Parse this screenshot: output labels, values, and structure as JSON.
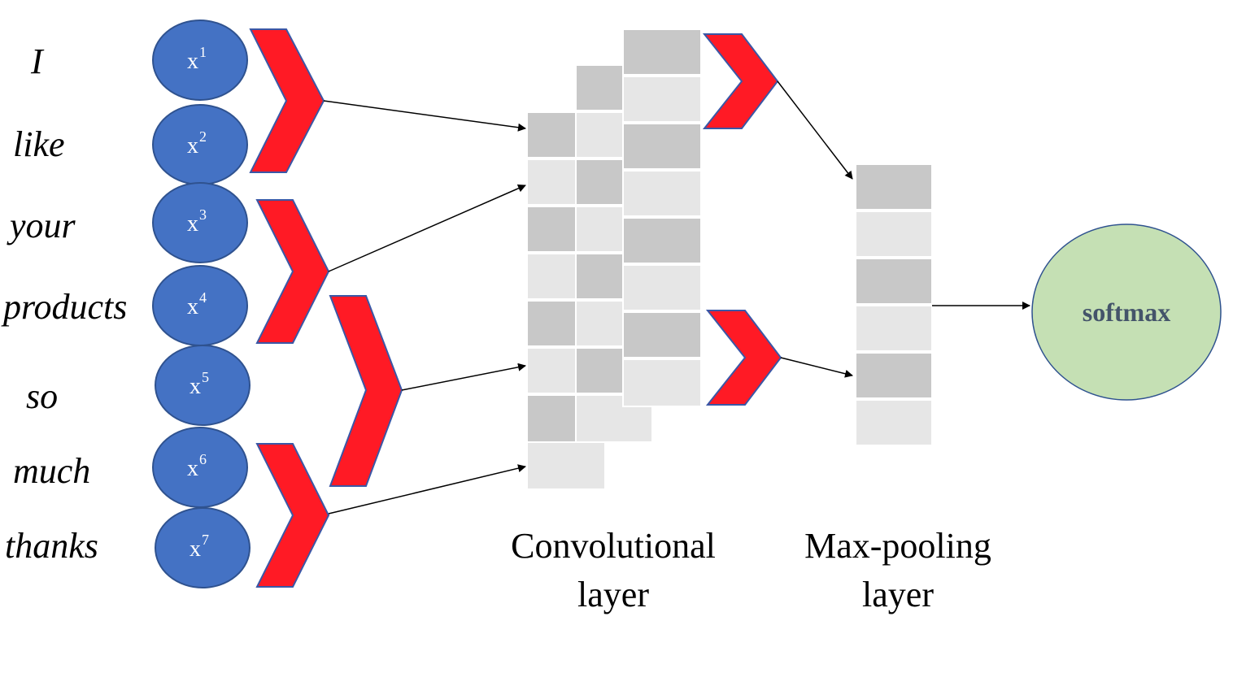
{
  "words": [
    "I",
    "like",
    "your",
    "products",
    "so",
    "much",
    "thanks"
  ],
  "tokens": [
    {
      "base": "x",
      "sup": "1"
    },
    {
      "base": "x",
      "sup": "2"
    },
    {
      "base": "x",
      "sup": "3"
    },
    {
      "base": "x",
      "sup": "4"
    },
    {
      "base": "x",
      "sup": "5"
    },
    {
      "base": "x",
      "sup": "6"
    },
    {
      "base": "x",
      "sup": "7"
    }
  ],
  "labels": {
    "conv_line1": "Convolutional",
    "conv_line2": "layer",
    "pool_line1": "Max-pooling",
    "pool_line2": "layer",
    "softmax": "softmax"
  },
  "colors": {
    "token_fill": "#4472c4",
    "token_stroke": "#2f528f",
    "filter_fill": "#ff1a25",
    "filter_stroke": "#3a57a6",
    "cell_dark": "#c8c8c8",
    "cell_light": "#e6e6e6",
    "softmax_fill": "#c5e0b4",
    "softmax_stroke": "#2f528f"
  }
}
